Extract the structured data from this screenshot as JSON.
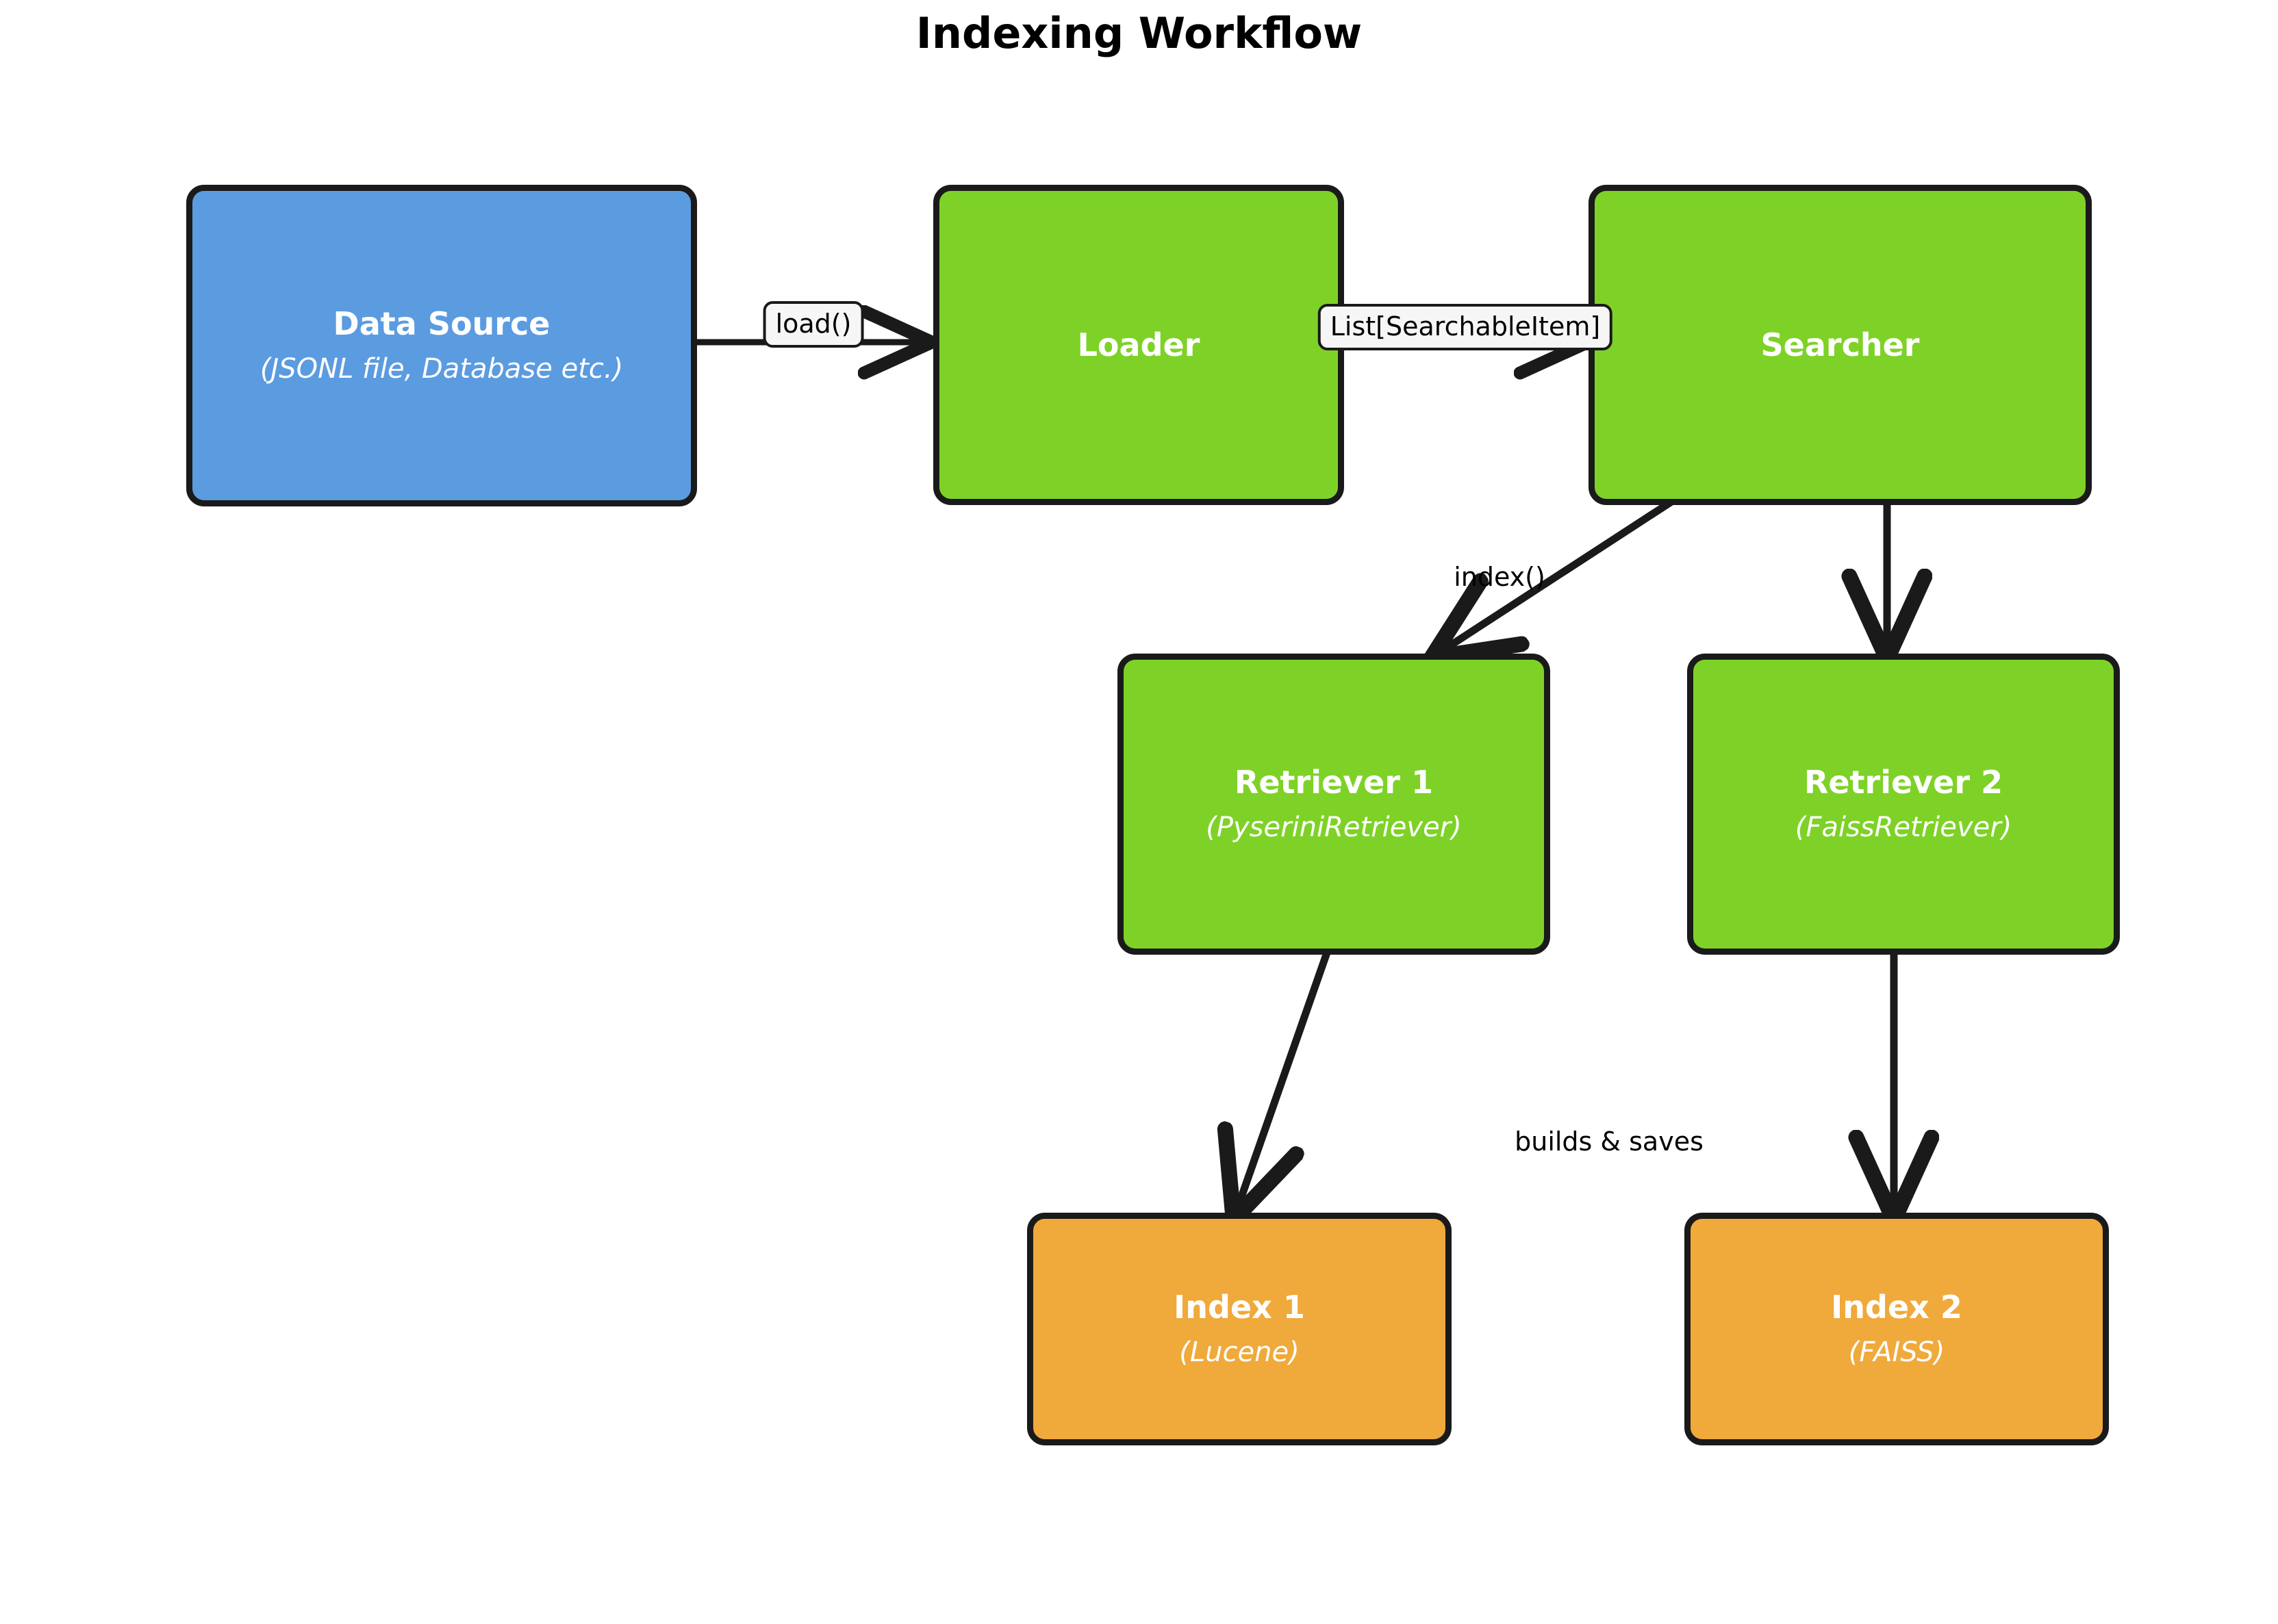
{
  "title": "Indexing Workflow",
  "colors": {
    "source_blue": "#5B9BE0",
    "component_green": "#7ED227",
    "index_orange": "#F0A93B",
    "stroke": "#1A1A1A",
    "text_on_node": "#FFFFFF",
    "background": "#FFFFFF"
  },
  "nodes": [
    {
      "id": "data-source",
      "title": "Data Source",
      "subtitle": "(JSONL file, Database etc.)",
      "color": "source_blue"
    },
    {
      "id": "loader",
      "title": "Loader",
      "subtitle": "",
      "color": "component_green"
    },
    {
      "id": "searcher",
      "title": "Searcher",
      "subtitle": "",
      "color": "component_green"
    },
    {
      "id": "retriever-1",
      "title": "Retriever 1",
      "subtitle": "(PyseriniRetriever)",
      "color": "component_green"
    },
    {
      "id": "retriever-2",
      "title": "Retriever 2",
      "subtitle": "(FaissRetriever)",
      "color": "component_green"
    },
    {
      "id": "index-1",
      "title": "Index 1",
      "subtitle": "(Lucene)",
      "color": "index_orange"
    },
    {
      "id": "index-2",
      "title": "Index 2",
      "subtitle": "(FAISS)",
      "color": "index_orange"
    }
  ],
  "edges": [
    {
      "id": "data-source-to-loader",
      "label": "load()",
      "boxed": true,
      "from": "data-source",
      "to": "loader"
    },
    {
      "id": "loader-to-searcher",
      "label": "List[SearchableItem]",
      "boxed": true,
      "from": "loader",
      "to": "searcher"
    },
    {
      "id": "searcher-to-retriever-1",
      "label": "index()",
      "boxed": false,
      "from": "searcher",
      "to": "retriever-1"
    },
    {
      "id": "searcher-to-retriever-2",
      "label": "",
      "boxed": false,
      "from": "searcher",
      "to": "retriever-2"
    },
    {
      "id": "retriever-1-to-index-1",
      "label": "",
      "boxed": false,
      "from": "retriever-1",
      "to": "index-1"
    },
    {
      "id": "retriever-2-to-index-2",
      "label": "builds & saves",
      "boxed": false,
      "from": "retriever-2",
      "to": "index-2"
    }
  ]
}
